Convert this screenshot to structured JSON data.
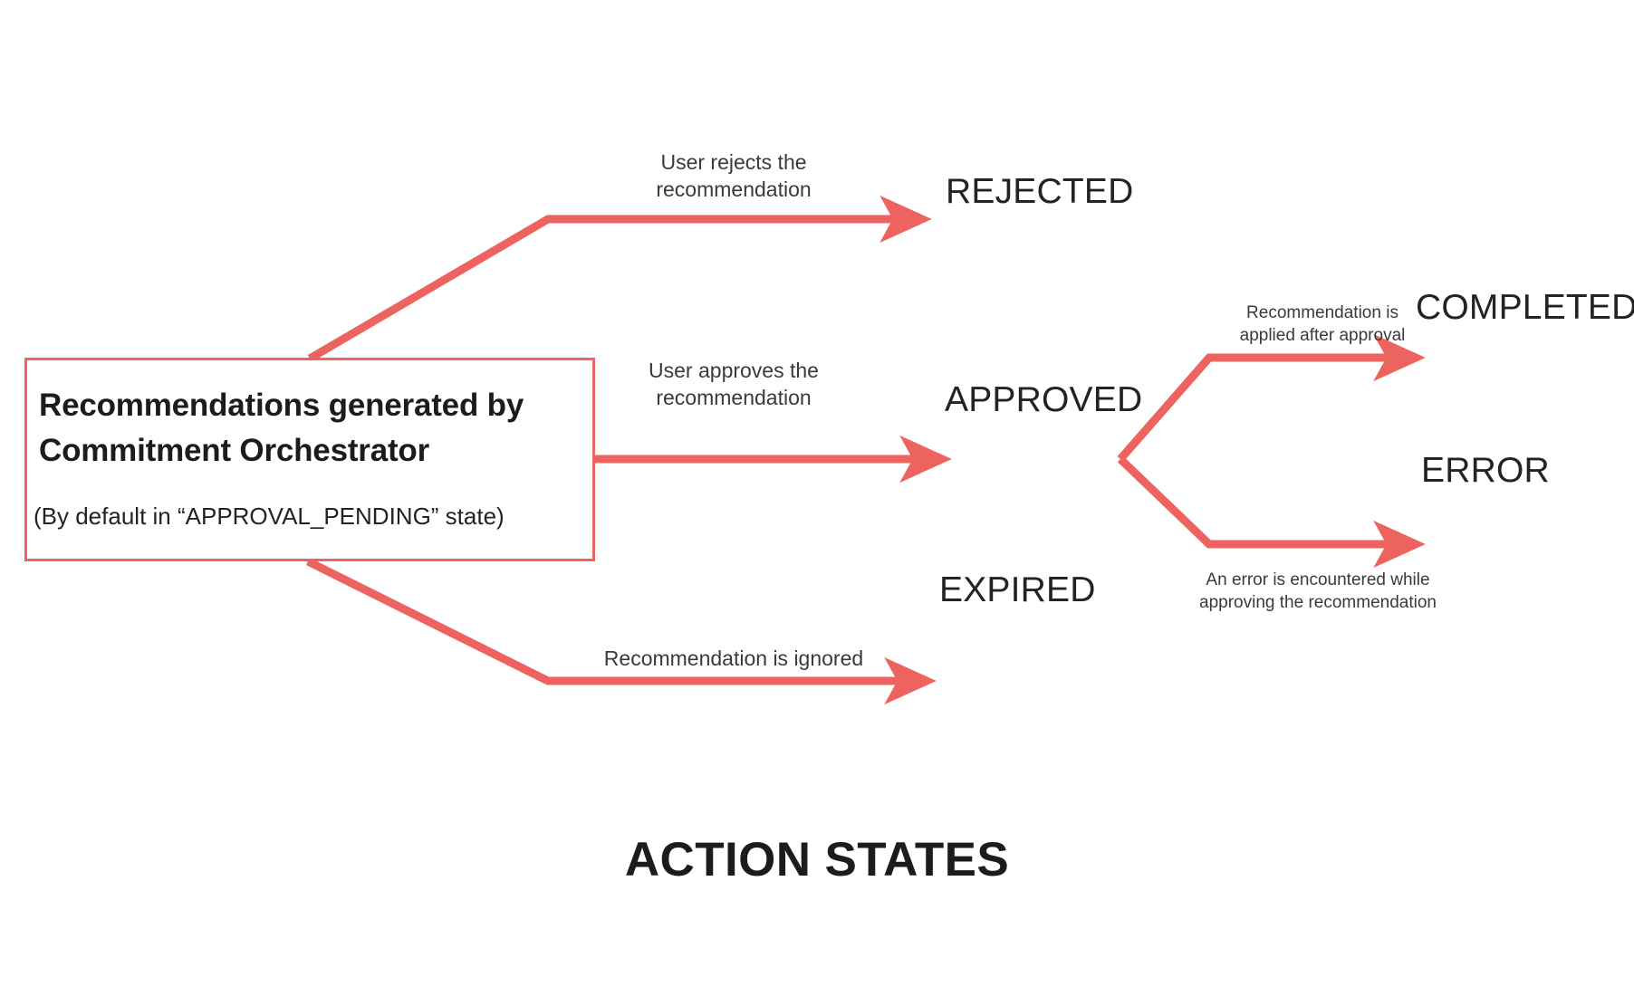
{
  "diagram": {
    "title": "ACTION STATES",
    "accent_color": "#ec635f",
    "text_color": "#232323",
    "background_color": "#ffffff",
    "source": {
      "title": "Recommendations generated by Commitment Orchestrator",
      "subtitle": "(By default in “APPROVAL_PENDING” state)"
    },
    "states": {
      "rejected": "REJECTED",
      "approved": "APPROVED",
      "expired": "EXPIRED",
      "completed": "COMPLETED",
      "error": "ERROR"
    },
    "captions": {
      "rejected": "User rejects the\nrecommendation",
      "approved": "User approves the\nrecommendation",
      "expired": "Recommendation is ignored",
      "completed": "Recommendation is\napplied after approval",
      "error": "An error is encountered while\napproving the recommendation"
    },
    "edges": [
      {
        "from": "source",
        "to": "REJECTED",
        "label": "User rejects the recommendation"
      },
      {
        "from": "source",
        "to": "APPROVED",
        "label": "User approves the recommendation"
      },
      {
        "from": "source",
        "to": "EXPIRED",
        "label": "Recommendation is ignored"
      },
      {
        "from": "APPROVED",
        "to": "COMPLETED",
        "label": "Recommendation is applied after approval"
      },
      {
        "from": "APPROVED",
        "to": "ERROR",
        "label": "An error is encountered while approving the recommendation"
      }
    ]
  }
}
